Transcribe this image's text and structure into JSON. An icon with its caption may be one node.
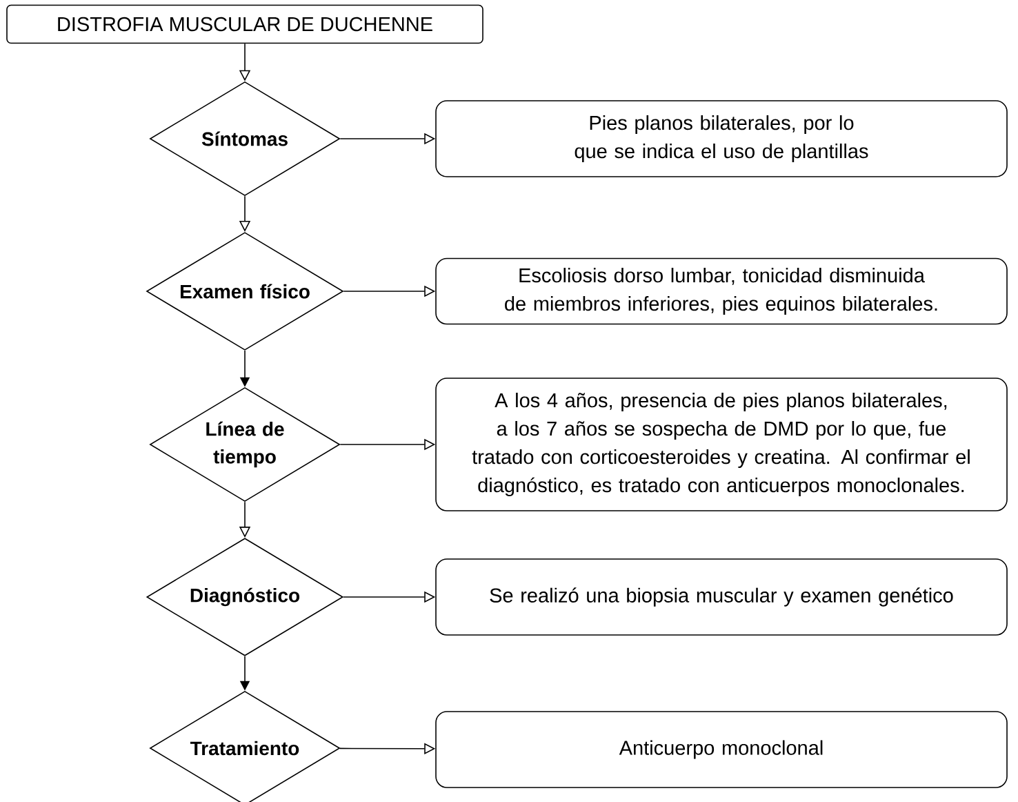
{
  "diagram": {
    "nodes": [
      {
        "text": [
          "DISTROFIA MUSCULAR DE DUCHENNE"
        ]
      },
      {
        "text": [
          "Síntomas"
        ]
      },
      {
        "text": [
          "Pies planos bilaterales, por lo que se indica el uso de plantillas"
        ]
      },
      {
        "text": [
          "Examen físico"
        ]
      },
      {
        "text": [
          "Escoliosis dorso lumbar, tonicidad disminuida de miembros inferiores, pies equinos bilaterales."
        ]
      },
      {
        "text": [
          "Línea de tiempo"
        ]
      },
      {
        "text": [
          "A los 4 años, presencia de pies planos bilaterales, a los 7 años se sospecha de DMD por lo que, fue tratado con corticoesteroides y creatina. Al confirmar el diagnóstico, es tratado con anticuerpos monoclonales."
        ]
      },
      {
        "text": [
          "Diagnóstico"
        ]
      },
      {
        "text": [
          "Se realizó una biopsia muscular y examen genético"
        ]
      },
      {
        "text": [
          "Tratamiento"
        ]
      },
      {
        "text": [
          "Anticuerpo monoclonal"
        ]
      }
    ],
    "edges": [
      {
        "from": 0,
        "to": 1,
        "arrow": "to"
      },
      {
        "from": 1,
        "to": 2,
        "arrow": "to"
      },
      {
        "from": 1,
        "to": 3,
        "arrow": "to"
      },
      {
        "from": 3,
        "to": 4,
        "arrow": "to"
      },
      {
        "from": 3,
        "to": 5,
        "arrow": "to"
      },
      {
        "from": 5,
        "to": 6,
        "arrow": "to"
      },
      {
        "from": 5,
        "to": 7,
        "arrow": "to"
      },
      {
        "from": 7,
        "to": 8,
        "arrow": "to"
      },
      {
        "from": 7,
        "to": 9,
        "arrow": "to"
      },
      {
        "from": 9,
        "to": 10,
        "arrow": "to"
      }
    ]
  }
}
